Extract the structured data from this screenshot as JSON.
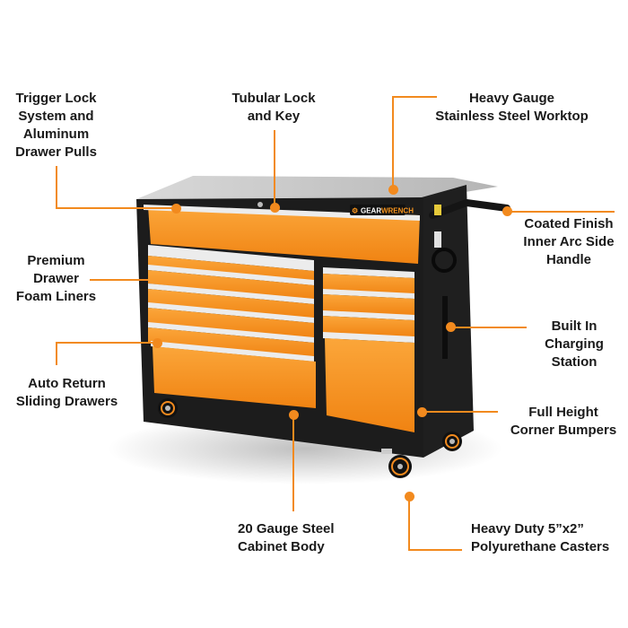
{
  "colors": {
    "accent": "#f28a1e",
    "cabinet_body": "#1c1c1c",
    "drawer_orange": "#f7941d",
    "drawer_pull": "#e8e8e8",
    "worktop": "#c9c9c9",
    "text": "#1a1a1a"
  },
  "product": {
    "brand": "GEARWRENCH",
    "brand_part1": "GEAR",
    "brand_part2": "WRENCH"
  },
  "callouts": [
    {
      "id": "trigger-lock",
      "lines": [
        "Trigger Lock",
        "System and",
        "Aluminum",
        "Drawer Pulls"
      ]
    },
    {
      "id": "tubular-lock",
      "lines": [
        "Tubular Lock",
        "and Key"
      ]
    },
    {
      "id": "worktop",
      "lines": [
        "Heavy Gauge",
        "Stainless Steel Worktop"
      ]
    },
    {
      "id": "side-handle",
      "lines": [
        "Coated Finish",
        "Inner Arc Side",
        "Handle"
      ]
    },
    {
      "id": "foam-liners",
      "lines": [
        "Premium",
        "Drawer",
        "Foam Liners"
      ]
    },
    {
      "id": "charging-station",
      "lines": [
        "Built In",
        "Charging",
        "Station"
      ]
    },
    {
      "id": "auto-return",
      "lines": [
        "Auto Return",
        "Sliding Drawers"
      ]
    },
    {
      "id": "corner-bumpers",
      "lines": [
        "Full Height",
        "Corner Bumpers"
      ]
    },
    {
      "id": "cabinet-body",
      "lines": [
        "20 Gauge Steel",
        "Cabinet Body"
      ]
    },
    {
      "id": "casters",
      "lines": [
        "Heavy Duty 5”x2”",
        "Polyurethane Casters"
      ]
    }
  ]
}
